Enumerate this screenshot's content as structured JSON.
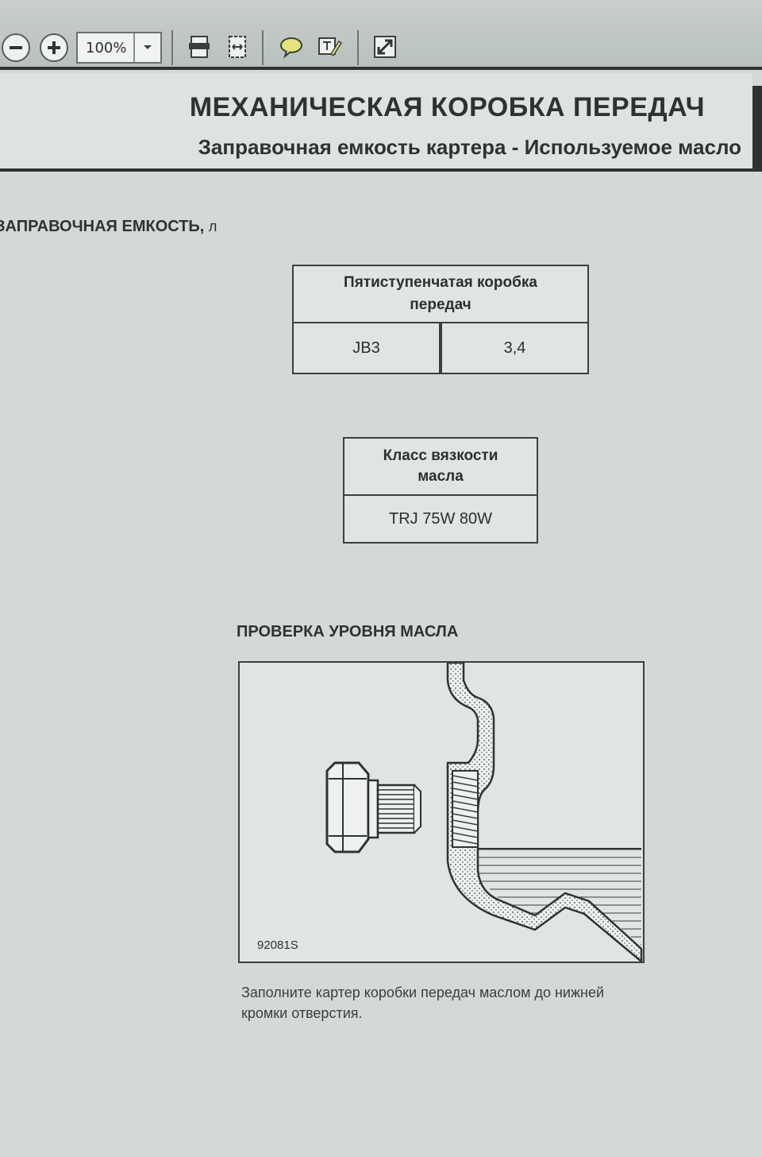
{
  "toolbar": {
    "zoom_value": "100%",
    "icons": [
      "zoom-out-icon",
      "zoom-in-icon",
      "chevron-down-icon",
      "fit-page-icon",
      "fit-width-icon",
      "comment-icon",
      "markup-icon",
      "expand-icon"
    ]
  },
  "header": {
    "title": "МЕХАНИЧЕСКАЯ КОРОБКА ПЕРЕДАЧ",
    "subtitle": "Заправочная емкость картера - Используемое масло"
  },
  "capacity": {
    "heading": "ЗАПРАВОЧНАЯ ЕМКОСТЬ,",
    "unit": "л",
    "table": {
      "header": "Пятиступенчатая коробка передач",
      "model": "JB3",
      "volume": "3,4"
    }
  },
  "oil": {
    "table": {
      "header": "Класс вязкости масла",
      "value": "TRJ 75W 80W"
    }
  },
  "check": {
    "heading": "ПРОВЕРКА УРОВНЯ МАСЛА",
    "figure_code": "92081S",
    "caption": "Заполните картер коробки передач маслом до нижней кромки отверстия."
  },
  "colors": {
    "page_background": "#d3dad6",
    "text": "#2b2f2d",
    "rule": "#2e3431"
  }
}
